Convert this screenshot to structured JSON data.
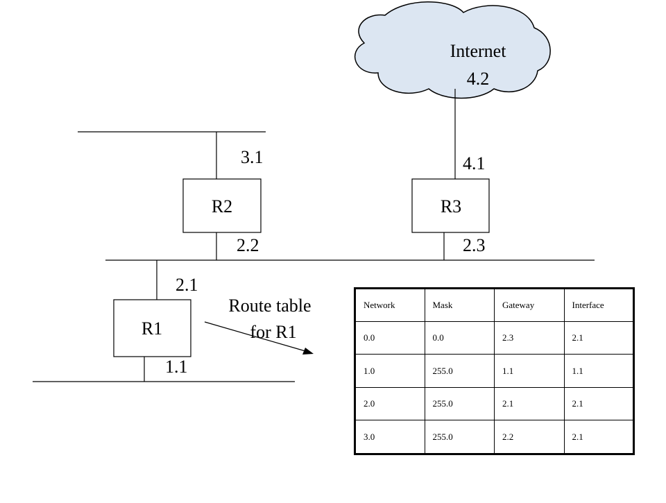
{
  "cloud": {
    "label": "Internet",
    "address": "4.2"
  },
  "routers": {
    "r1": "R1",
    "r2": "R2",
    "r3": "R3"
  },
  "interfaces": {
    "r2_top": "3.1",
    "r2_bottom": "2.2",
    "r3_top": "4.1",
    "r3_bottom": "2.3",
    "r1_top": "2.1",
    "r1_bottom": "1.1"
  },
  "annotation": {
    "line1": "Route table",
    "line2": "for R1"
  },
  "route_table": {
    "headers": [
      "Network",
      "Mask",
      "Gateway",
      "Interface"
    ],
    "rows": [
      [
        "0.0",
        "0.0",
        "2.3",
        "2.1"
      ],
      [
        "1.0",
        "255.0",
        "1.1",
        "1.1"
      ],
      [
        "2.0",
        "255.0",
        "2.1",
        "2.1"
      ],
      [
        "3.0",
        "255.0",
        "2.2",
        "2.1"
      ]
    ]
  },
  "colors": {
    "cloud_fill": "#dce6f2",
    "line": "#000000"
  }
}
